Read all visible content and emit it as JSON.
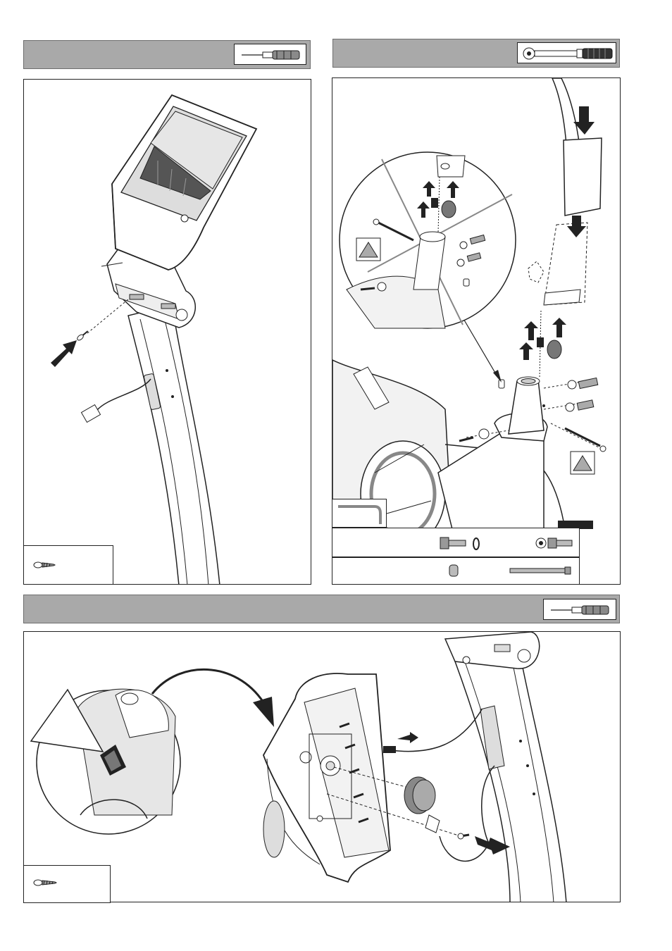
{
  "page": {
    "steps": [
      {
        "id": "step-display-mount",
        "tool_icon": "phillips-screwdriver-icon",
        "part_icon": "self-tapping-screw-icon"
      },
      {
        "id": "step-handlebar-post",
        "tool_icon": "torque-wrench-icon",
        "tool_icons_2": [
          "allen-key-icon"
        ],
        "part_icons": [
          "hex-bolt-icon",
          "lock-washer-icon",
          "washer-bolt-icon",
          "cap-nut-icon",
          "long-bolt-icon"
        ]
      },
      {
        "id": "step-sensor-cover",
        "tool_icon": "phillips-screwdriver-icon",
        "part_icon": "self-tapping-screw-icon"
      }
    ],
    "warning_icon": "warning-triangle-icon",
    "colors": {
      "header_bar": "#a9a9a9",
      "line": "#222222",
      "screen": "#e6e6e6",
      "shade": "#8f8f8f"
    }
  }
}
